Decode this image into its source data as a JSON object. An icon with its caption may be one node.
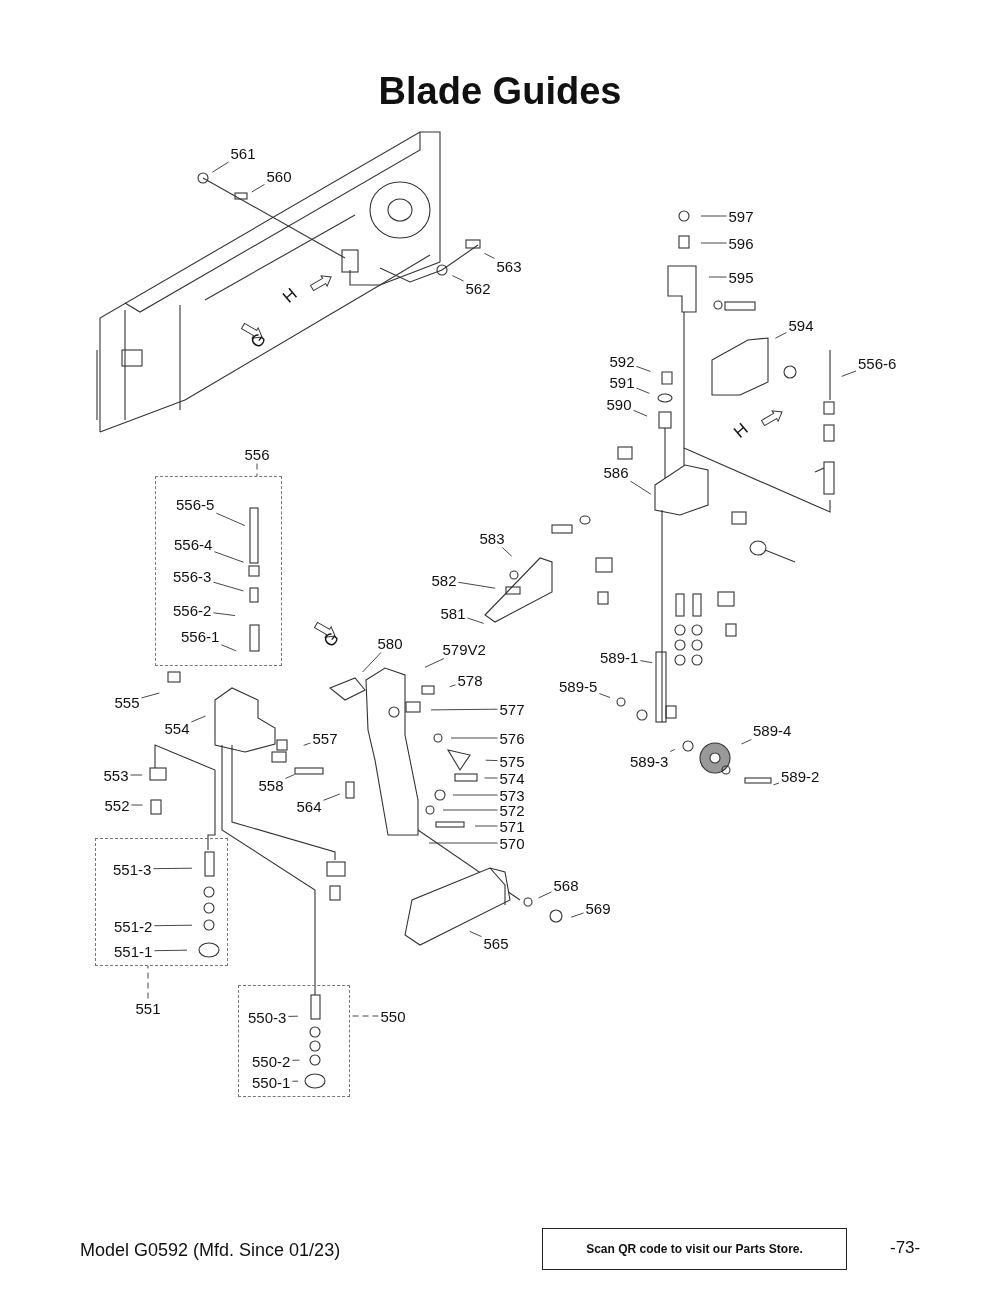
{
  "diagram": {
    "title": "Blade Guides",
    "nodes": [
      {
        "text": [
          "561"
        ]
      },
      {
        "text": [
          "560"
        ]
      },
      {
        "text": [
          "563"
        ]
      },
      {
        "text": [
          "562"
        ]
      },
      {
        "text": [
          "597"
        ]
      },
      {
        "text": [
          "596"
        ]
      },
      {
        "text": [
          "595"
        ]
      },
      {
        "text": [
          "594"
        ]
      },
      {
        "text": [
          "556-6"
        ]
      },
      {
        "text": [
          "592"
        ]
      },
      {
        "text": [
          "591"
        ]
      },
      {
        "text": [
          "590"
        ]
      },
      {
        "text": [
          "586"
        ]
      },
      {
        "text": [
          "556"
        ]
      },
      {
        "text": [],
        "shape": "box"
      },
      {
        "text": [
          "556-5"
        ],
        "in": 14
      },
      {
        "text": [
          "556-4"
        ],
        "in": 14
      },
      {
        "text": [
          "556-3"
        ],
        "in": 14
      },
      {
        "text": [
          "556-2"
        ],
        "in": 14
      },
      {
        "text": [
          "556-1"
        ],
        "in": 14
      },
      {
        "text": [
          "583"
        ]
      },
      {
        "text": [
          "582"
        ]
      },
      {
        "text": [
          "581"
        ]
      },
      {
        "text": [
          "580"
        ]
      },
      {
        "text": [
          "579V2"
        ]
      },
      {
        "text": [
          "578"
        ]
      },
      {
        "text": [
          "577"
        ]
      },
      {
        "text": [
          "589-1"
        ]
      },
      {
        "text": [
          "555"
        ]
      },
      {
        "text": [
          "589-5"
        ]
      },
      {
        "text": [
          "554"
        ]
      },
      {
        "text": [
          "576"
        ]
      },
      {
        "text": [
          "557"
        ]
      },
      {
        "text": [
          "589-4"
        ]
      },
      {
        "text": [
          "575"
        ]
      },
      {
        "text": [
          "553"
        ]
      },
      {
        "text": [
          "589-3"
        ]
      },
      {
        "text": [
          "558"
        ]
      },
      {
        "text": [
          "574"
        ]
      },
      {
        "text": [
          "589-2"
        ]
      },
      {
        "text": [
          "573"
        ]
      },
      {
        "text": [
          "552"
        ]
      },
      {
        "text": [
          "564"
        ]
      },
      {
        "text": [
          "572"
        ]
      },
      {
        "text": [
          "571"
        ]
      },
      {
        "text": [
          "570"
        ]
      },
      {
        "text": [],
        "shape": "box"
      },
      {
        "text": [
          "551-3"
        ],
        "in": 46
      },
      {
        "text": [
          "568"
        ]
      },
      {
        "text": [
          "569"
        ]
      },
      {
        "text": [
          "551-2"
        ],
        "in": 46
      },
      {
        "text": [
          "565"
        ]
      },
      {
        "text": [
          "551-1"
        ],
        "in": 46
      },
      {
        "text": [],
        "shape": "box"
      },
      {
        "text": [
          "551"
        ]
      },
      {
        "text": [
          "550-3"
        ],
        "in": 53
      },
      {
        "text": [
          "550"
        ]
      },
      {
        "text": [
          "550-2"
        ],
        "in": 53
      },
      {
        "text": [
          "550-1"
        ],
        "in": 53
      }
    ],
    "edges": [
      {
        "from": 0,
        "to": null,
        "arrow": "none"
      },
      {
        "from": 1,
        "to": null,
        "arrow": "none"
      },
      {
        "from": 2,
        "to": null,
        "arrow": "none"
      },
      {
        "from": 3,
        "to": null,
        "arrow": "none"
      },
      {
        "from": 4,
        "to": null,
        "arrow": "none"
      },
      {
        "from": 5,
        "to": null,
        "arrow": "none"
      },
      {
        "from": 6,
        "to": null,
        "arrow": "none"
      },
      {
        "from": 7,
        "to": null,
        "arrow": "none"
      },
      {
        "from": 8,
        "to": null,
        "arrow": "none"
      },
      {
        "from": 9,
        "to": null,
        "arrow": "none"
      },
      {
        "from": 10,
        "to": null,
        "arrow": "none"
      },
      {
        "from": 11,
        "to": null,
        "arrow": "none"
      },
      {
        "from": 12,
        "to": null,
        "arrow": "none"
      },
      {
        "from": 13,
        "to": 14,
        "arrow": "none",
        "style": "dashed"
      },
      {
        "from": 15,
        "to": null,
        "arrow": "none"
      },
      {
        "from": 16,
        "to": null,
        "arrow": "none"
      },
      {
        "from": 17,
        "to": null,
        "arrow": "none"
      },
      {
        "from": 18,
        "to": null,
        "arrow": "none"
      },
      {
        "from": 19,
        "to": null,
        "arrow": "none"
      },
      {
        "from": 20,
        "to": null,
        "arrow": "none"
      },
      {
        "from": 21,
        "to": null,
        "arrow": "none"
      },
      {
        "from": 22,
        "to": null,
        "arrow": "none"
      },
      {
        "from": 23,
        "to": null,
        "arrow": "none"
      },
      {
        "from": 24,
        "to": null,
        "arrow": "none"
      },
      {
        "from": 25,
        "to": null,
        "arrow": "none"
      },
      {
        "from": 26,
        "to": null,
        "arrow": "none"
      },
      {
        "from": 27,
        "to": null,
        "arrow": "none"
      },
      {
        "from": 28,
        "to": null,
        "arrow": "none"
      },
      {
        "from": 29,
        "to": null,
        "arrow": "none"
      },
      {
        "from": 30,
        "to": null,
        "arrow": "none"
      },
      {
        "from": 31,
        "to": null,
        "arrow": "none"
      },
      {
        "from": 32,
        "to": null,
        "arrow": "none"
      },
      {
        "from": 33,
        "to": null,
        "arrow": "none"
      },
      {
        "from": 34,
        "to": null,
        "arrow": "none"
      },
      {
        "from": 35,
        "to": null,
        "arrow": "none"
      },
      {
        "from": 36,
        "to": null,
        "arrow": "none"
      },
      {
        "from": 37,
        "to": null,
        "arrow": "none"
      },
      {
        "from": 38,
        "to": null,
        "arrow": "none"
      },
      {
        "from": 39,
        "to": null,
        "arrow": "none"
      },
      {
        "from": 40,
        "to": null,
        "arrow": "none"
      },
      {
        "from": 41,
        "to": null,
        "arrow": "none"
      },
      {
        "from": 42,
        "to": null,
        "arrow": "none"
      },
      {
        "from": 43,
        "to": null,
        "arrow": "none"
      },
      {
        "from": 44,
        "to": null,
        "arrow": "none"
      },
      {
        "from": 45,
        "to": null,
        "arrow": "none"
      },
      {
        "from": 47,
        "to": null,
        "arrow": "none"
      },
      {
        "from": 48,
        "to": null,
        "arrow": "none"
      },
      {
        "from": 49,
        "to": null,
        "arrow": "none"
      },
      {
        "from": 50,
        "to": null,
        "arrow": "none"
      },
      {
        "from": 51,
        "to": null,
        "arrow": "none"
      },
      {
        "from": 52,
        "to": null,
        "arrow": "none"
      },
      {
        "from": 54,
        "to": 46,
        "arrow": "none",
        "style": "dashed"
      },
      {
        "from": 55,
        "to": null,
        "arrow": "none"
      },
      {
        "from": 56,
        "to": 53,
        "arrow": "none",
        "style": "dashed"
      },
      {
        "from": 57,
        "to": null,
        "arrow": "none"
      },
      {
        "from": 58,
        "to": null,
        "arrow": "none"
      }
    ],
    "labels": [
      "H",
      "G",
      "H",
      "G",
      "Model G0592 (Mfd. Since 01/23)",
      "Scan QR code to visit our Parts Store.",
      "-73-"
    ]
  }
}
